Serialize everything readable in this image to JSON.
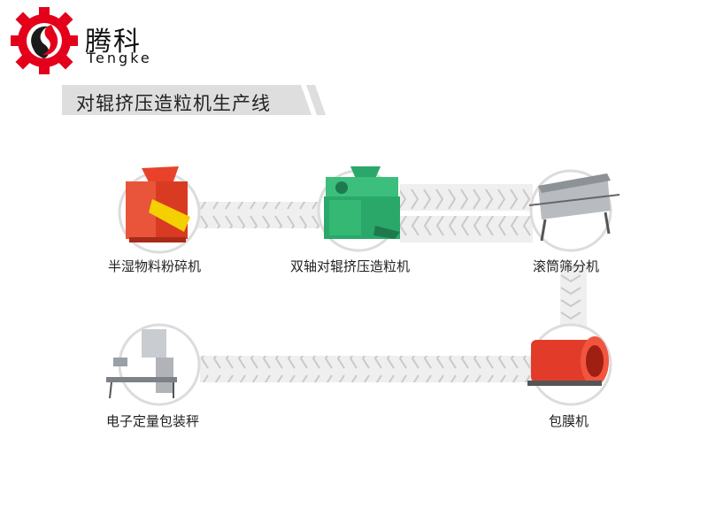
{
  "brand": {
    "name_cn": "腾科",
    "name_en": "Tengke"
  },
  "title": "对辊挤压造粒机生产线",
  "machines": [
    {
      "label": "半湿物料粉碎机",
      "icon": "crusher-icon"
    },
    {
      "label": "双轴对辊挤压造粒机",
      "icon": "roller-granulator-icon"
    },
    {
      "label": "滚筒筛分机",
      "icon": "drum-screener-icon"
    },
    {
      "label": "包膜机",
      "icon": "coating-machine-icon"
    },
    {
      "label": "电子定量包装秤",
      "icon": "packing-scale-icon"
    }
  ],
  "colors": {
    "logo_gear": "#e4001b",
    "logo_dark": "#1a1a1a",
    "title_bar": "#dedede",
    "connector": "#ececec",
    "chevron": "#c9c9c9",
    "crusher": "#e8432a",
    "granulator": "#2aa86a",
    "coating": "#e23b2a"
  }
}
